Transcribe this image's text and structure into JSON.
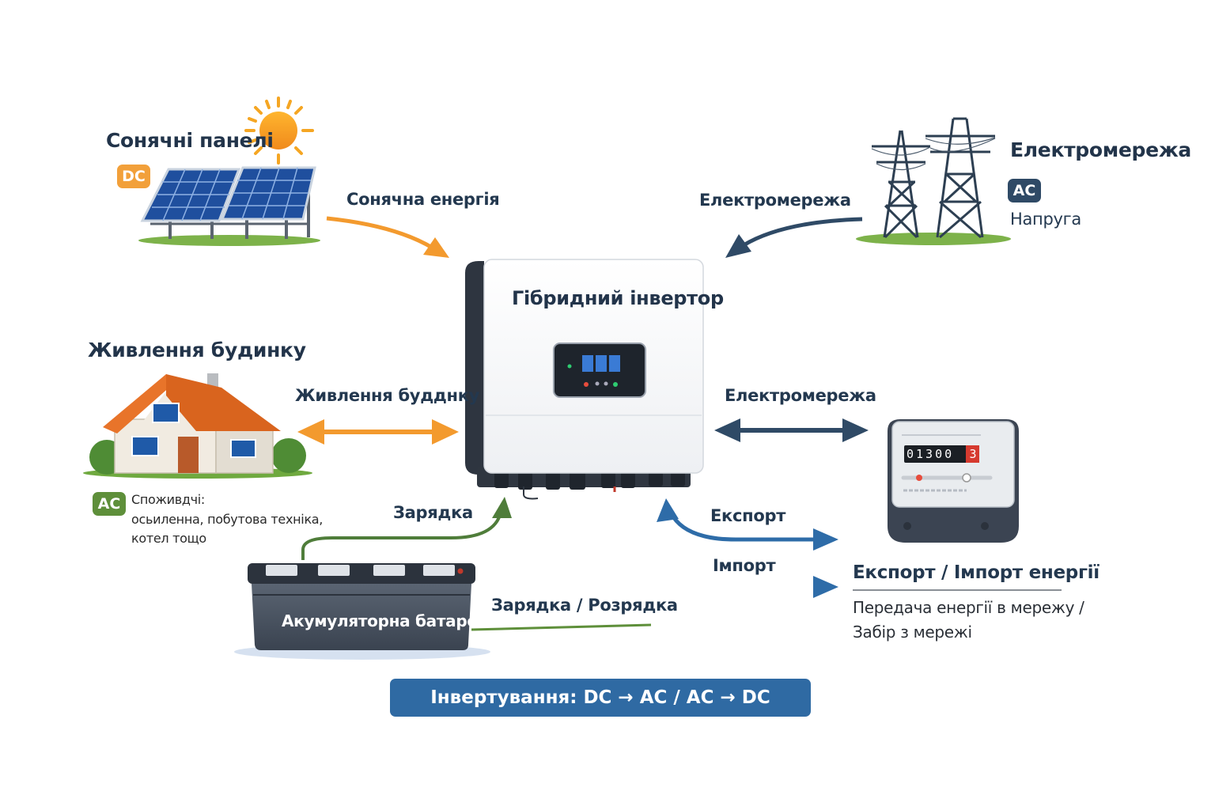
{
  "solar": {
    "title": "Сонячні панелі",
    "badge": "DC",
    "flow_label": "Сонячна енергія"
  },
  "grid": {
    "title": "Електромережа",
    "badge": "AC",
    "voltage_label": "Напруга",
    "flow_label": "Електромережа"
  },
  "inverter": {
    "title": "Гібридний інвертор"
  },
  "house": {
    "title": "Живлення будинку",
    "flow_label": "Живлення будднку",
    "badge": "AC",
    "consumers_lines": [
      "Споживдчі:",
      "осьиленна, побутова техніка,",
      "котел тощо"
    ]
  },
  "meter": {
    "flow_label": "Електромережа",
    "digits": "01300",
    "last_digit": "3",
    "section_title": "Експорт / Імпорт енергії",
    "desc_lines": [
      "Передача енергії в мережу /",
      "Забір з мережі"
    ]
  },
  "export_import": {
    "export_label": "Експорт",
    "import_label": "Імпорт"
  },
  "battery": {
    "title": "Акумуляторна батарея",
    "charge_label": "Зарядка",
    "charge_discharge_label": "Зарядка / Розрядка"
  },
  "banner": {
    "text": "Інвертування: DC → AC / AC → DC"
  },
  "colors": {
    "orange": "#f39a2e",
    "navy": "#2f4a66",
    "blue": "#2e6ca8",
    "green": "#5e8f3a",
    "panel_blue": "#1f4f9e"
  }
}
